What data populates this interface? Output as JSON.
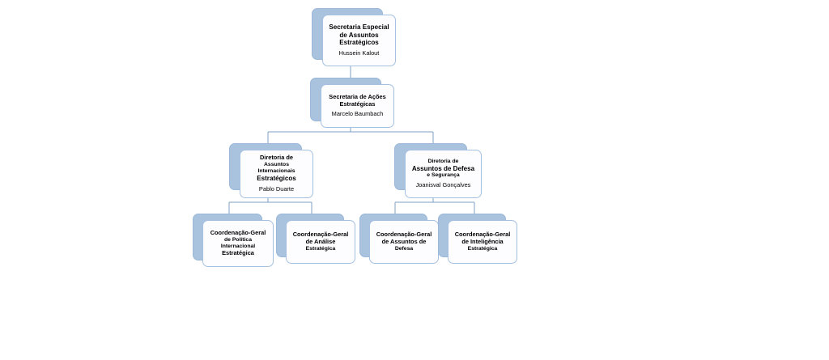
{
  "chart": {
    "type": "org-chart",
    "title": "Secretaria Especial de Assuntos Estratégicos - organograma",
    "background_color": "#ffffff",
    "box_fill_color": "#fdfdff",
    "box_shadow_color": "#a9c3df",
    "box_border_color": "#a6c1e0",
    "connector_color": "#7da0c4",
    "levels": 4
  },
  "nodes": {
    "secretaria_especial": {
      "id": "secretaria-especial",
      "level": 1,
      "lines": [
        {
          "text": "Secretaria Especial",
          "size": "lg"
        },
        {
          "text": "de  Assuntos",
          "size": "lg"
        },
        {
          "text": "Estratégicos",
          "size": "lg"
        }
      ],
      "holder": "Hussein Kalout"
    },
    "secretaria_acoes": {
      "id": "secretaria-acoes-estrategicas",
      "level": 2,
      "lines": [
        {
          "text": "Secretaria de Ações",
          "size": "md"
        },
        {
          "text": "Estratégicas",
          "size": "md"
        }
      ],
      "holder": "Marcelo Baumbach"
    },
    "diretoria_internacionais": {
      "id": "diretoria-assuntos-internacionais-estrategicos",
      "level": 3,
      "lines": [
        {
          "text": "Diretoria de",
          "size": "md"
        },
        {
          "text": "Assuntos",
          "size": "sm"
        },
        {
          "text": "Internacionais",
          "size": "sm"
        },
        {
          "text": "Estratégicos",
          "size": "lg"
        }
      ],
      "holder": "Pablo Duarte"
    },
    "diretoria_defesa": {
      "id": "diretoria-assuntos-defesa-seguranca",
      "level": 3,
      "lines": [
        {
          "text": "Diretoria de",
          "size": "sm"
        },
        {
          "text": "Assuntos de Defesa",
          "size": "lg"
        },
        {
          "text": "e Segurança",
          "size": "sm"
        }
      ],
      "holder": "Joanisval Gonçalves"
    },
    "cg_politica_internacional": {
      "id": "coordenacao-geral-politica-internacional-estrategica",
      "level": 4,
      "lines": [
        {
          "text": "Coordenação-Geral",
          "size": "md"
        },
        {
          "text": "de Política",
          "size": "sm"
        },
        {
          "text": "Internacional",
          "size": "sm"
        },
        {
          "text": "Estratégica",
          "size": "md"
        }
      ],
      "holder": ""
    },
    "cg_analise": {
      "id": "coordenacao-geral-analise-estrategica",
      "level": 4,
      "lines": [
        {
          "text": "Coordenação-Geral",
          "size": "md"
        },
        {
          "text": "de Análise",
          "size": "md"
        },
        {
          "text": "Estratégica",
          "size": "sm"
        }
      ],
      "holder": ""
    },
    "cg_assuntos_defesa": {
      "id": "coordenacao-geral-assuntos-defesa",
      "level": 4,
      "lines": [
        {
          "text": "Coordenação-Geral",
          "size": "md"
        },
        {
          "text": "de Assuntos de",
          "size": "md"
        },
        {
          "text": "Defesa",
          "size": "sm"
        }
      ],
      "holder": ""
    },
    "cg_inteligencia": {
      "id": "coordenacao-geral-inteligencia-estrategica",
      "level": 4,
      "lines": [
        {
          "text": "Coordenação-Geral",
          "size": "md"
        },
        {
          "text": "de Inteligência",
          "size": "md"
        },
        {
          "text": "Estratégica",
          "size": "sm"
        }
      ],
      "holder": ""
    }
  },
  "edges": [
    {
      "from": "secretaria_especial",
      "to": "secretaria_acoes"
    },
    {
      "from": "secretaria_acoes",
      "to": "diretoria_internacionais"
    },
    {
      "from": "secretaria_acoes",
      "to": "diretoria_defesa"
    },
    {
      "from": "diretoria_internacionais",
      "to": "cg_politica_internacional"
    },
    {
      "from": "diretoria_internacionais",
      "to": "cg_analise"
    },
    {
      "from": "diretoria_defesa",
      "to": "cg_assuntos_defesa"
    },
    {
      "from": "diretoria_defesa",
      "to": "cg_inteligencia"
    }
  ]
}
